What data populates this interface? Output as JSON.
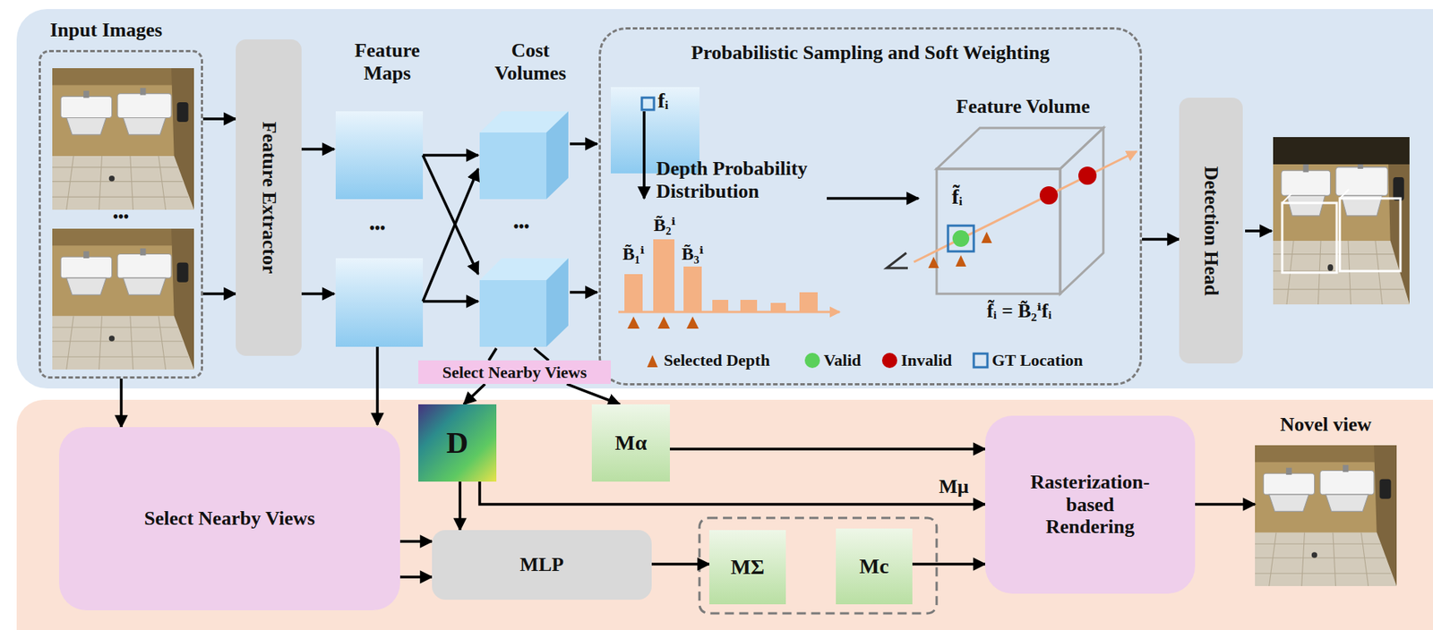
{
  "diagram": {
    "nodes": [
      {
        "text": [
          "Input Images",
          "•••"
        ]
      },
      {
        "text": [
          "Feature Extractor"
        ]
      },
      {
        "text": [
          "Probabilistic Sampling and Soft Weighting"
        ]
      },
      {
        "text": [
          "fᵢ"
        ],
        "in": 2
      },
      {
        "text": [
          "Feature Volume",
          "f̃ᵢ"
        ],
        "in": 2
      },
      {
        "text": [
          "Detection Head"
        ]
      },
      {
        "text": [
          "Select Nearby Views"
        ]
      },
      {
        "text": [
          "Select Nearby Views"
        ]
      },
      {
        "text": [
          "D"
        ]
      },
      {
        "text": [
          "Mα"
        ]
      },
      {
        "text": [
          "MLP"
        ]
      },
      {
        "text": [
          "MΣ"
        ]
      },
      {
        "text": [
          "Mc"
        ]
      },
      {
        "text": [
          "Rasterization-based Rendering"
        ]
      },
      {
        "text": [
          "Novel view"
        ]
      }
    ],
    "edges": [
      {
        "from": 0,
        "to": 1,
        "arrow": "to"
      },
      {
        "from": 0,
        "to": 1,
        "arrow": "to"
      },
      {
        "from": 0,
        "to": 6,
        "arrow": "to"
      },
      {
        "from": 2,
        "to": 5,
        "arrow": "to"
      },
      {
        "from": 7,
        "to": 8,
        "arrow": "to"
      },
      {
        "from": 7,
        "to": 9,
        "arrow": "to"
      },
      {
        "from": 6,
        "to": 10,
        "arrow": "to"
      },
      {
        "from": 6,
        "to": 10,
        "arrow": "to"
      },
      {
        "from": 8,
        "to": 10,
        "arrow": "to"
      },
      {
        "from": 10,
        "to": 11,
        "arrow": "to"
      },
      {
        "from": 9,
        "to": 13,
        "arrow": "to"
      },
      {
        "from": 8,
        "to": 13,
        "label": "Mμ",
        "arrow": "to"
      },
      {
        "from": 12,
        "to": 13,
        "arrow": "to"
      },
      {
        "from": 13,
        "to": 14,
        "arrow": "to"
      }
    ],
    "labels": [
      "Feature Maps",
      "•••",
      "Cost Volumes",
      "•••",
      "Depth Probability Distribution",
      "B̃₁ⁱ",
      "B̃₂ⁱ",
      "B̃₃ⁱ",
      "f̃ᵢ = B̃₂ⁱfᵢ"
    ],
    "legend": [
      {
        "text": "Selected Depth"
      },
      {
        "text": "Valid"
      },
      {
        "text": "Invalid"
      },
      {
        "text": "GT Location"
      }
    ]
  }
}
